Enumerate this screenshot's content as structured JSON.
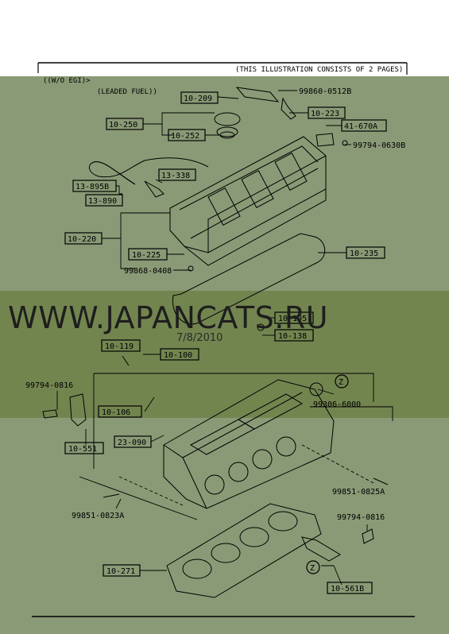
{
  "header": {
    "pages_note": "(THIS ILLUSTRATION CONSISTS OF  2 PAGES)",
    "variant": "((W/O EGI)>",
    "fuel": "(LEADED FUEL))"
  },
  "labels": {
    "p10_209": "10-209",
    "p99860": "99860-0512B",
    "p10_223": "10-223",
    "p10_250": "10-250",
    "p10_252": "10-252",
    "p41_670": "41-670A",
    "p99794_0630": "99794-0630B",
    "p13_338": "13-338",
    "p13_895": "13-895B",
    "p13_890": "13-890",
    "p10_220": "10-220",
    "p10_225": "10-225",
    "p10_235": "10-235",
    "p99868": "99868-0408",
    "p10_195": "10-195",
    "p10_138": "10-138",
    "p10_119": "10-119",
    "p10_100": "10-100",
    "p99794_0816a": "99794-0816",
    "p10_106": "10-106",
    "p23_090": "23-090",
    "p10_551": "10-551",
    "p99306": "99306-6000",
    "p99851_0825": "99851-0825A",
    "p99851_0823": "99851-0823A",
    "p99794_0816b": "99794-0816",
    "p10_271": "10-271",
    "p10_561": "10-561B",
    "z1": "Z",
    "z2": "Z"
  },
  "watermark": {
    "site": "WWW.JAPANCATS.RU",
    "date": "7/8/2010"
  },
  "colors": {
    "overlay": "#8a9a76",
    "ink": "#000000",
    "paper": "#ffffff"
  }
}
